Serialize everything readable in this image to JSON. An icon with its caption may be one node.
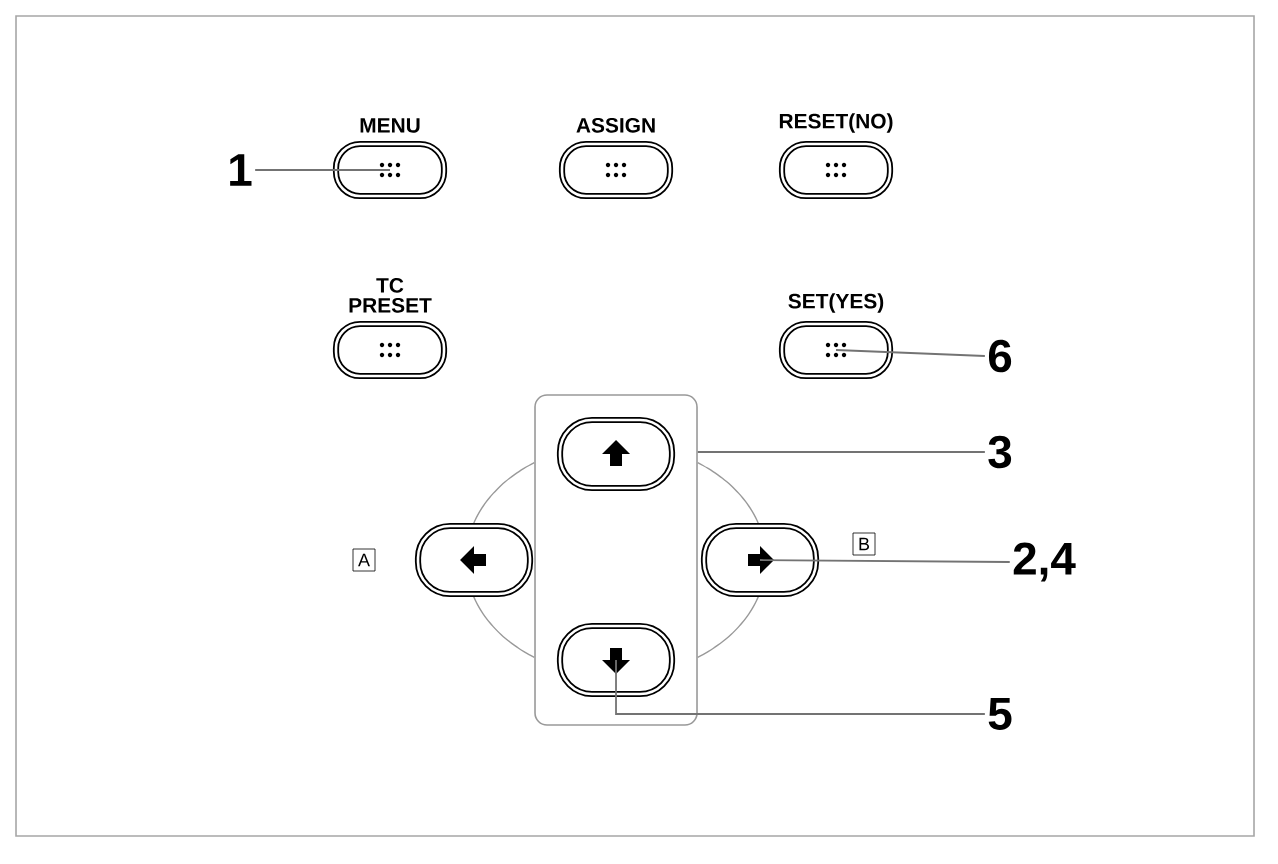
{
  "diagram": {
    "nodes": [
      {
        "text": [
          "1"
        ]
      },
      {
        "text": [
          "MENU"
        ]
      },
      {
        "text": [
          "ASSIGN"
        ]
      },
      {
        "text": [
          "RESET(NO)"
        ]
      },
      {
        "text": [
          "TC PRESET"
        ]
      },
      {
        "text": [
          "SET(YES)"
        ]
      },
      {
        "text": [
          "6"
        ]
      },
      {
        "text": [],
        "shape": "box"
      },
      {
        "text": [],
        "shape": "button",
        "in": 7
      },
      {
        "text": [
          "3"
        ]
      },
      {
        "text": [
          "A"
        ]
      },
      {
        "text": [],
        "shape": "button"
      },
      {
        "text": [],
        "shape": "button"
      },
      {
        "text": [
          "B"
        ]
      },
      {
        "text": [
          "2,4"
        ]
      },
      {
        "text": [],
        "shape": "button",
        "in": 7
      },
      {
        "text": [
          "5"
        ]
      }
    ],
    "edges": [
      {
        "from": 0,
        "to": 1,
        "arrow": "none"
      },
      {
        "from": 6,
        "to": 5,
        "arrow": "none"
      },
      {
        "from": 9,
        "to": 7,
        "arrow": "none"
      },
      {
        "from": 14,
        "to": 12,
        "arrow": "none"
      },
      {
        "from": 16,
        "to": 15,
        "arrow": "none"
      }
    ]
  }
}
